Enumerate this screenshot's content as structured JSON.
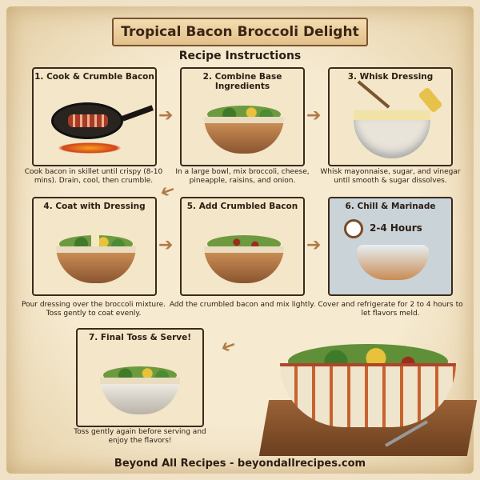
{
  "header": {
    "title": "Tropical Bacon Broccoli Delight",
    "subtitle": "Recipe Instructions"
  },
  "steps": [
    {
      "title": "1. Cook & Crumble Bacon",
      "caption": "Cook bacon in skillet until crispy (8-10 mins). Drain, cool, then crumble."
    },
    {
      "title": "2. Combine Base Ingredients",
      "caption": "In a large bowl, mix broccoli, cheese, pineapple, raisins, and onion."
    },
    {
      "title": "3. Whisk Dressing",
      "caption": "Whisk mayonnaise, sugar, and vinegar until smooth & sugar dissolves."
    },
    {
      "title": "4. Coat with Dressing",
      "caption": "Pour dressing over the broccoli mixture. Toss gently to coat evenly."
    },
    {
      "title": "5. Add Crumbled Bacon",
      "caption": "Add the crumbled bacon and mix lightly."
    },
    {
      "title": "6. Chill & Marinade",
      "caption": "Cover and refrigerate for 2 to 4 hours to let flavors meld.",
      "badge": "2-4 Hours"
    },
    {
      "title": "7. Final Toss & Serve!",
      "caption": "Toss gently again before serving and enjoy the flavors!"
    }
  ],
  "footer": "Beyond All Recipes - beyondallrecipes.com"
}
